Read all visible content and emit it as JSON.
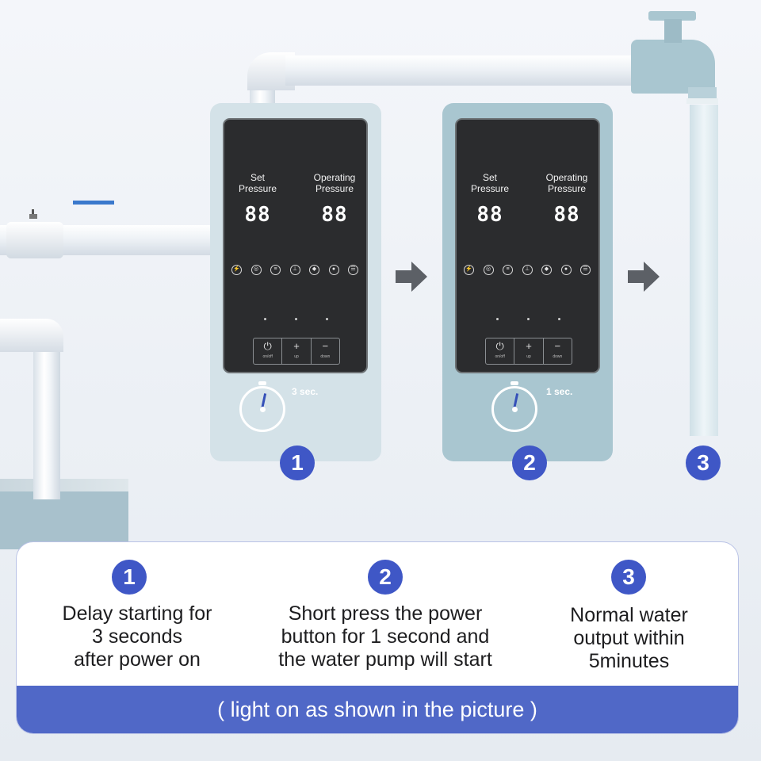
{
  "units": [
    {
      "label_set": "Set\nPressure",
      "label_operating": "Operating\nPressure",
      "display_set": "88",
      "display_operating": "88",
      "timer_text": "3 sec."
    },
    {
      "label_set": "Set\nPressure",
      "label_operating": "Operating\nPressure",
      "display_set": "88",
      "display_operating": "88",
      "timer_text": "1 sec."
    }
  ],
  "panel_icons": [
    "bolt-icon",
    "sensor-icon",
    "tap-icon",
    "pressure-icon",
    "pump-icon",
    "water-drop-icon",
    "settings-icon"
  ],
  "controls": [
    {
      "symbol": "⏻",
      "caption": "on/off"
    },
    {
      "symbol": "+",
      "caption": "up"
    },
    {
      "symbol": "−",
      "caption": "down"
    }
  ],
  "badges": [
    "1",
    "2",
    "3"
  ],
  "steps": [
    {
      "number": "1",
      "text": "Delay starting for\n3 seconds\nafter power on"
    },
    {
      "number": "2",
      "text": "Short press the power\nbutton for 1 second and\nthe water pump will start"
    },
    {
      "number": "3",
      "text": "Normal water\noutput within\n5minutes"
    }
  ],
  "banner_text": "( light on as shown in the picture )",
  "colors": {
    "accent": "#3f57c6",
    "banner": "#5068c7",
    "unit1": "#d4e2e8",
    "unit2": "#a9c6d0",
    "screen": "#2b2c2e"
  }
}
